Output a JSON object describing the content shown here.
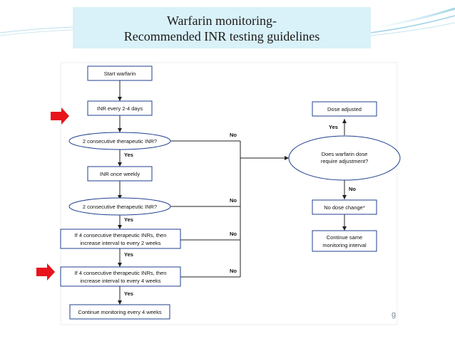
{
  "slide": {
    "title_line1": "Warfarin monitoring-",
    "title_line2": "Recommended INR testing guidelines",
    "page_mark": "g"
  },
  "colors": {
    "title_bg": "#d9f1f8",
    "arrow_red": "#e8141c",
    "box_stroke": "#1f3f8f",
    "line": "#222222"
  },
  "flowchart": {
    "nodes": {
      "start": "Start warfarin",
      "inr_2_4": "INR every 2-4 days",
      "decision_1": "2 consecutive therapeutic INR?",
      "inr_weekly": "INR once weekly",
      "decision_2": "2 consecutive therapeutic INR?",
      "step_2wk_line1": "If 4 consecutive therapeutic INRs, then",
      "step_2wk_line2": "increase interval to every 2 weeks",
      "step_4wk_line1": "If 4 consecutive therapeutic INRs, then",
      "step_4wk_line2": "increase interval to every 4 weeks",
      "continue_4wk": "Continue monitoring every 4 weeks",
      "dose_adjusted": "Dose adjusted",
      "decision_dose_line1": "Does warfarin dose",
      "decision_dose_line2": "require adjustment?",
      "no_dose_change": "No dose change*",
      "continue_same_line1": "Continue same",
      "continue_same_line2": "monitoring interval"
    },
    "edge_labels": {
      "yes": "Yes",
      "no": "No"
    }
  }
}
